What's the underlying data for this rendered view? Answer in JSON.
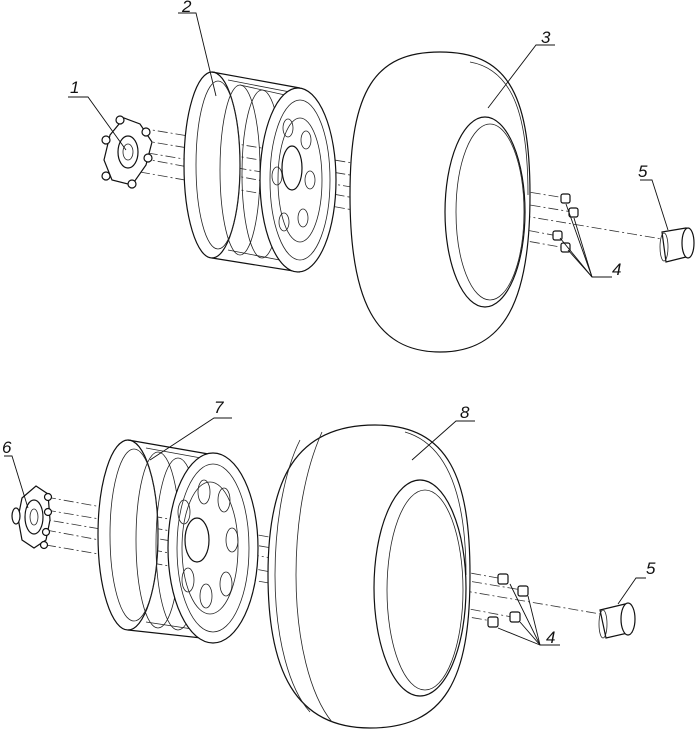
{
  "callouts": {
    "hub_top": "1",
    "rim_top": "2",
    "tire_top": "3",
    "nuts_top": "4",
    "cap_top": "5",
    "hub_bottom": "6",
    "rim_bottom": "7",
    "tire_bottom": "8",
    "nuts_bottom": "4",
    "cap_bottom": "5"
  }
}
